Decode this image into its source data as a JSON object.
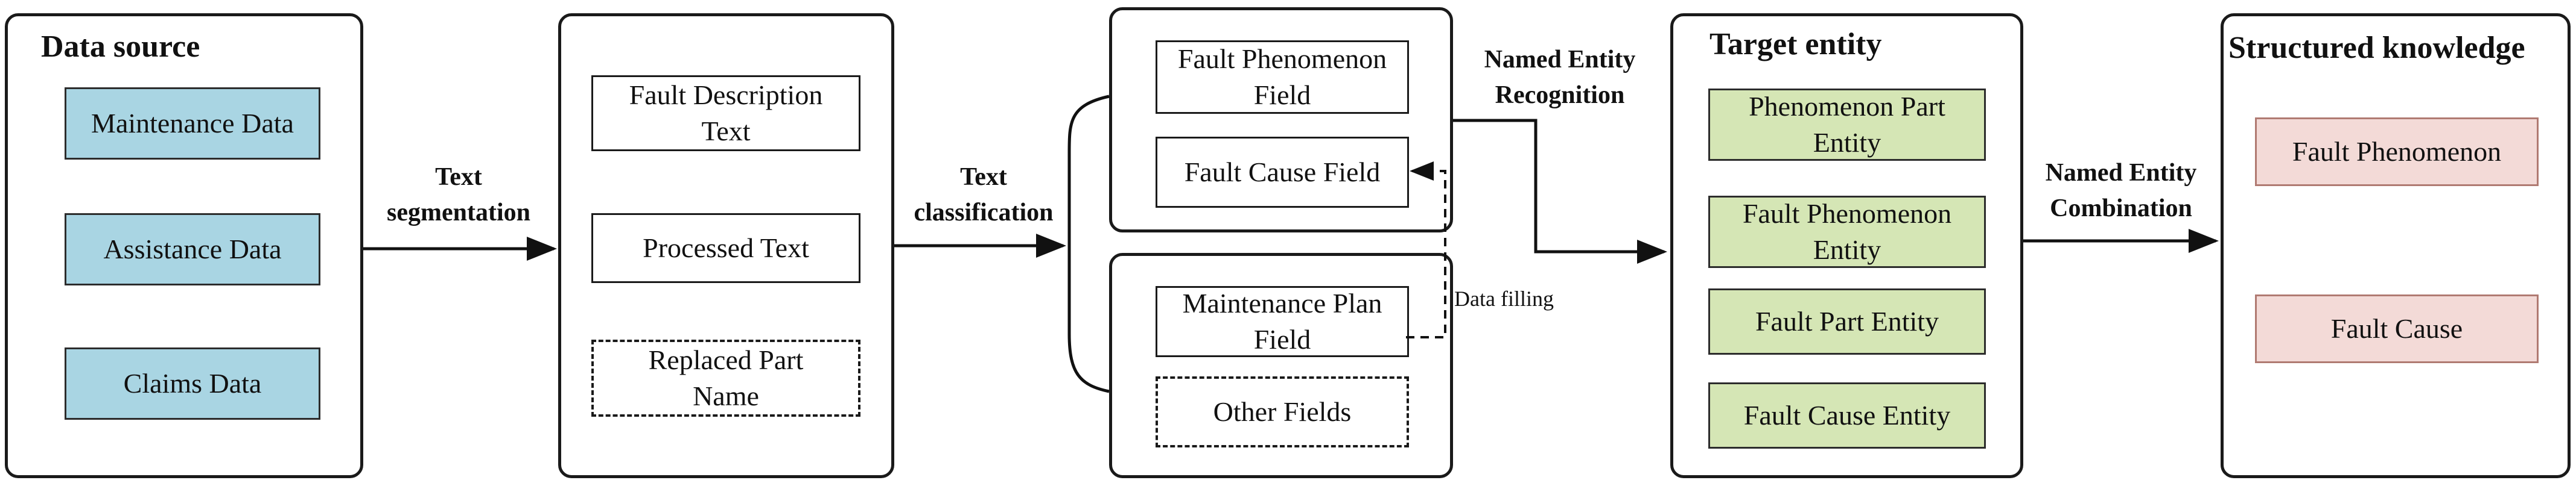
{
  "sections": {
    "data_source": {
      "title": "Data source",
      "items": [
        "Maintenance Data",
        "Assistance Data",
        "Claims Data"
      ]
    },
    "segmentation": {
      "items": [
        {
          "line1": "Fault Description",
          "line2": "Text"
        },
        {
          "line1": "Processed Text",
          "line2": ""
        },
        {
          "line1": "Replaced Part",
          "line2": "Name"
        }
      ]
    },
    "classification": {
      "upper": [
        {
          "line1": "Fault Phenomenon",
          "line2": "Field"
        },
        {
          "line1": "Fault Cause Field",
          "line2": ""
        }
      ],
      "lower": [
        {
          "line1": "Maintenance Plan",
          "line2": "Field"
        },
        {
          "line1": "Other Fields",
          "line2": ""
        }
      ]
    },
    "target_entity": {
      "title": "Target entity",
      "items": [
        {
          "line1": "Phenomenon Part",
          "line2": "Entity"
        },
        {
          "line1": "Fault Phenomenon",
          "line2": "Entity"
        },
        {
          "line1": "Fault Part Entity",
          "line2": ""
        },
        {
          "line1": "Fault Cause Entity",
          "line2": ""
        }
      ]
    },
    "structured_knowledge": {
      "title": "Structured knowledge",
      "items": [
        "Fault Phenomenon",
        "Fault Cause"
      ]
    }
  },
  "arrows": {
    "text_segmentation": {
      "line1": "Text",
      "line2": "segmentation"
    },
    "text_classification": {
      "line1": "Text",
      "line2": "classification"
    },
    "named_entity_recognition": {
      "line1": "Named Entity",
      "line2": "Recognition"
    },
    "named_entity_combination": {
      "line1": "Named Entity",
      "line2": "Combination"
    },
    "data_filling": "Data filling"
  },
  "colors": {
    "source_fill": "#a9d5e3",
    "entity_fill": "#d5e6b5",
    "knowledge_fill": "#f3dad7"
  }
}
